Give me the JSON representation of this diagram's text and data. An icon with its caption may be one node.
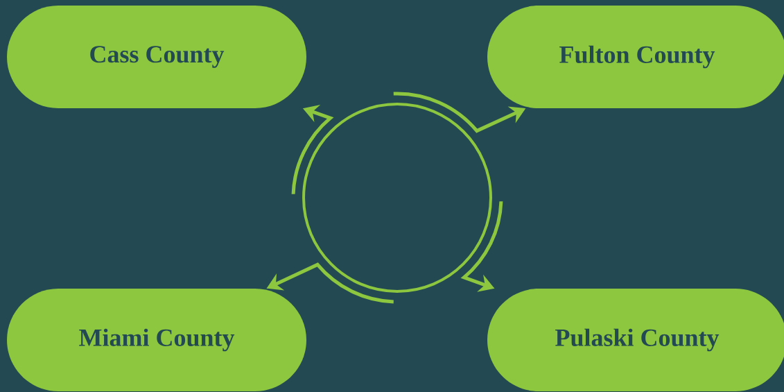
{
  "diagram": {
    "nodes": [
      {
        "text": [
          "Cass County"
        ]
      },
      {
        "text": [
          "Fulton County"
        ]
      },
      {
        "text": [
          "Miami County"
        ]
      },
      {
        "text": [
          "Pulaski County"
        ]
      },
      {
        "text": [],
        "shape": "circle"
      }
    ],
    "edges": [
      {
        "from": 4,
        "to": 0,
        "arrow": "to"
      },
      {
        "from": 4,
        "to": 1,
        "arrow": "to"
      },
      {
        "from": 4,
        "to": 2,
        "arrow": "to"
      },
      {
        "from": 4,
        "to": 3,
        "arrow": "to"
      }
    ]
  }
}
